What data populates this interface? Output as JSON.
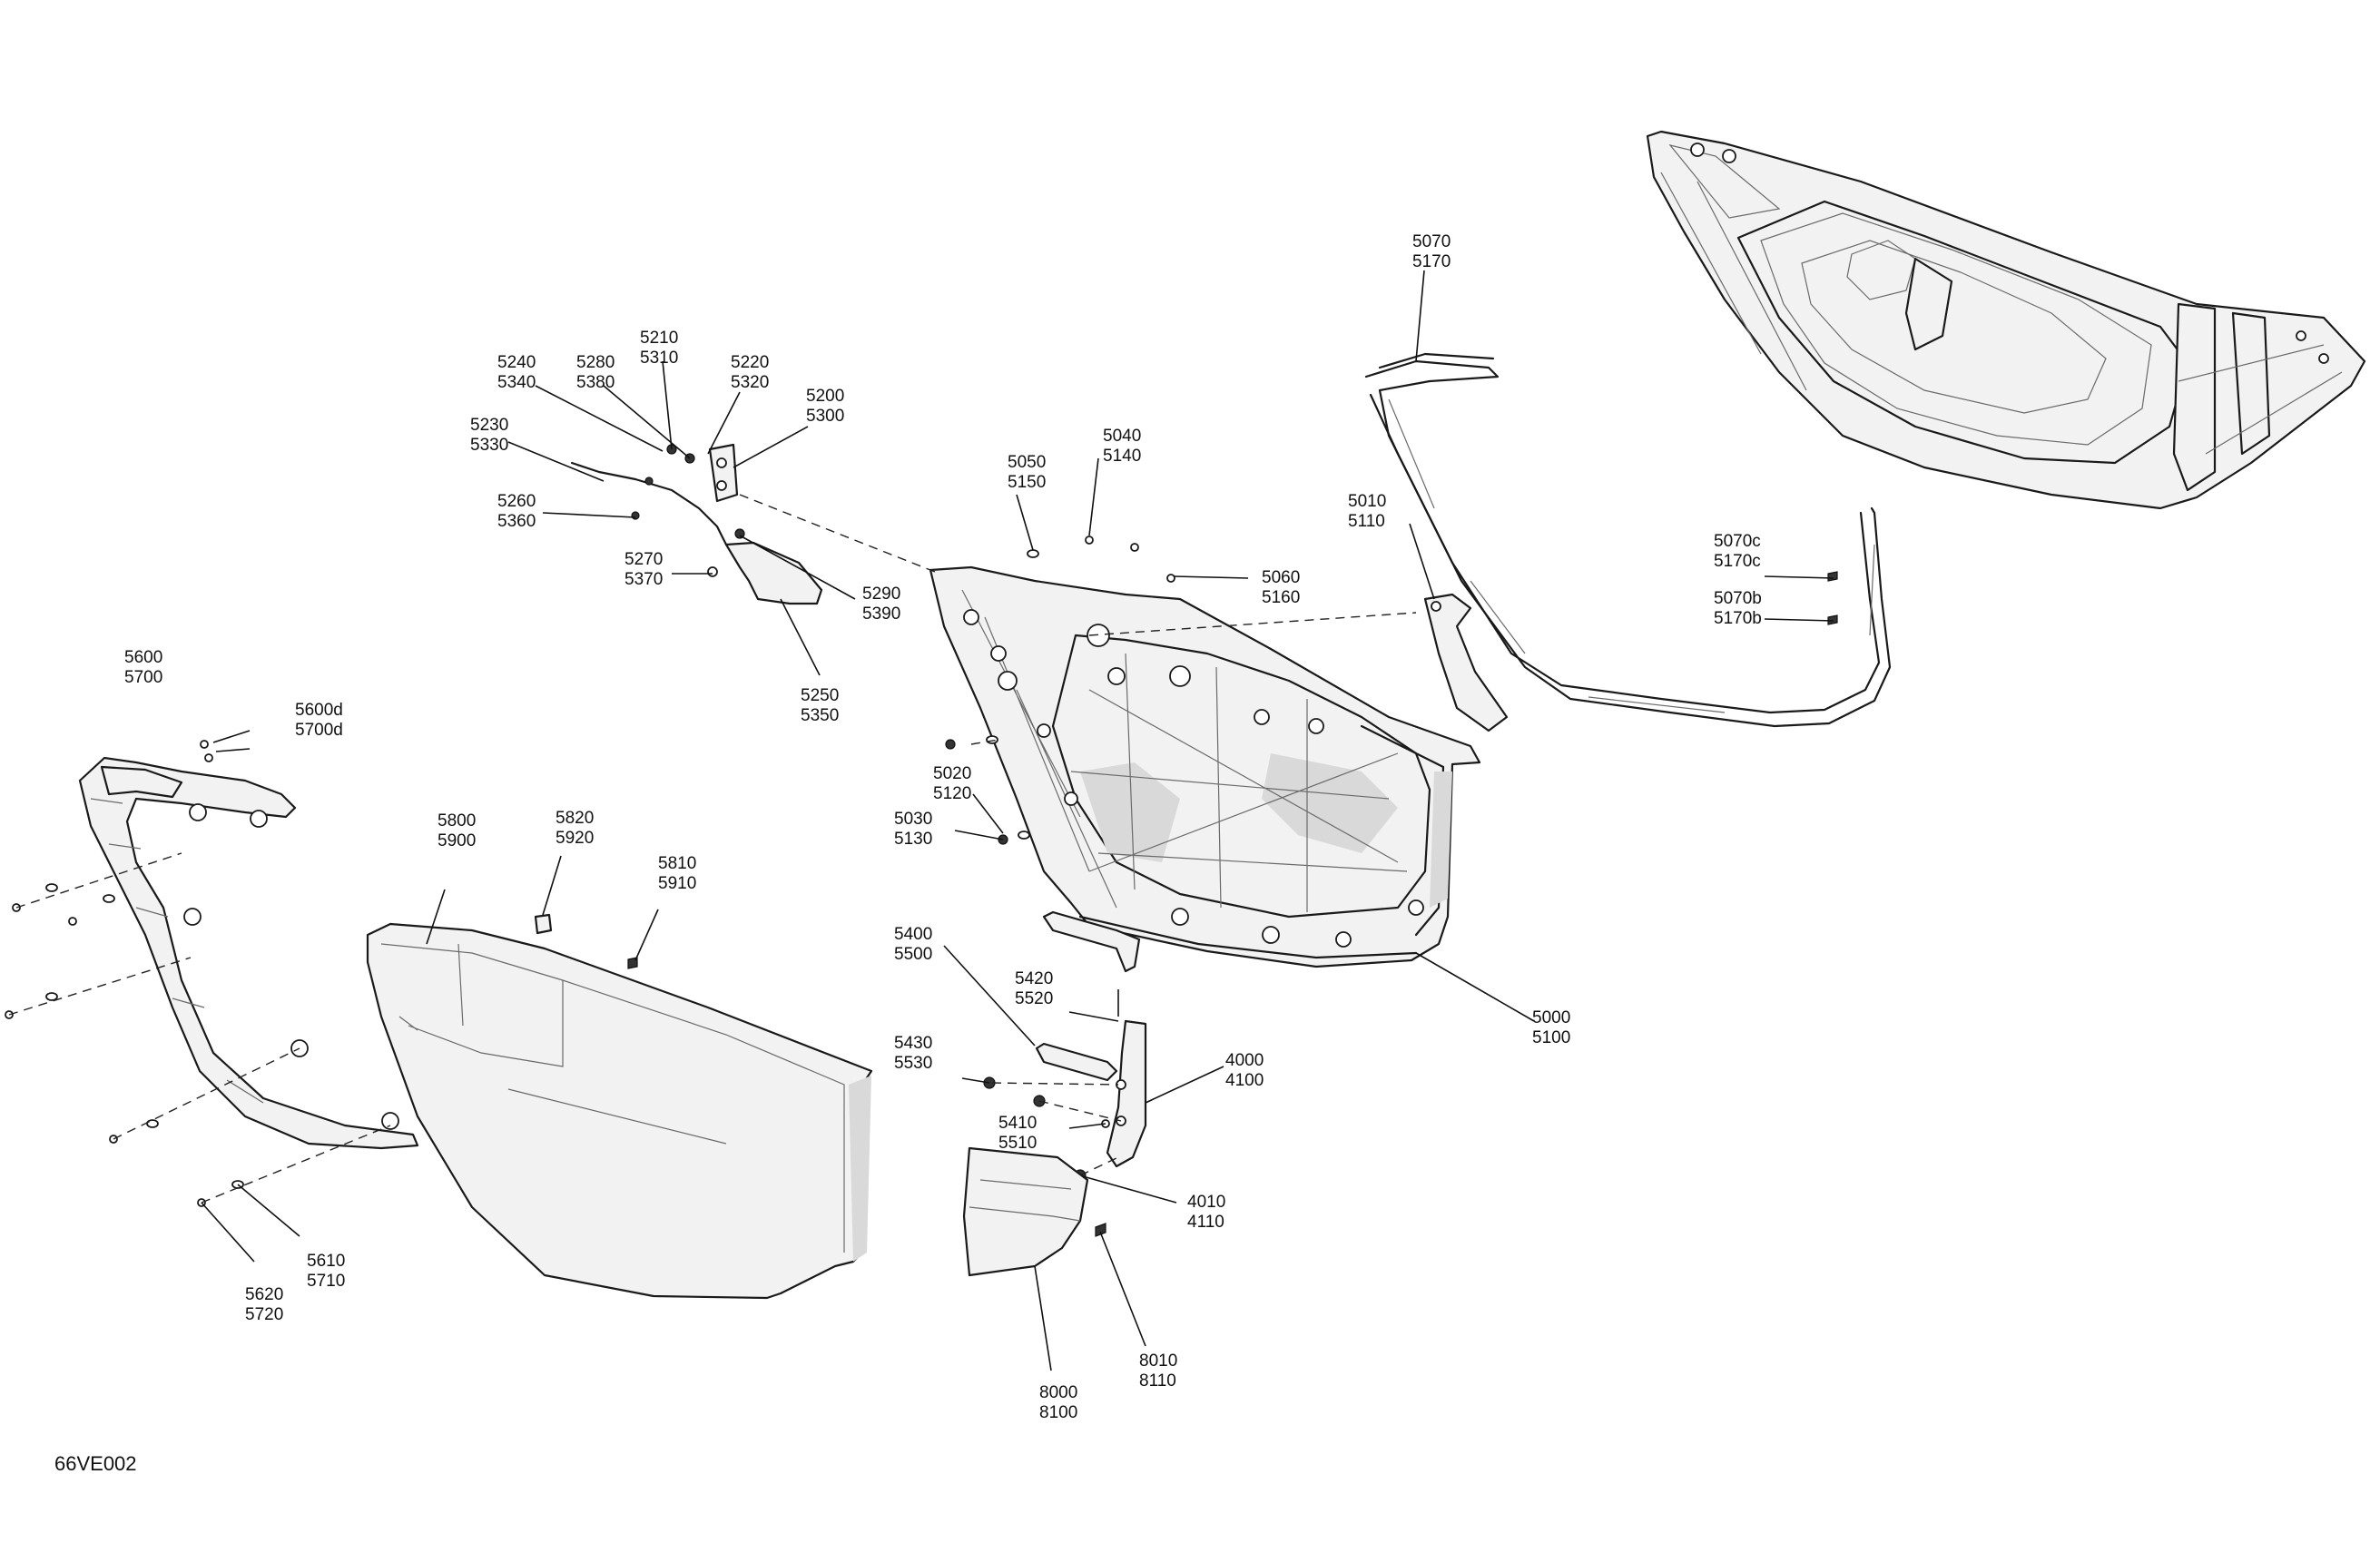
{
  "drawing_code": "66VE002",
  "callouts": [
    {
      "id": "c5210",
      "lines": [
        "5210",
        "5310"
      ]
    },
    {
      "id": "c5240",
      "lines": [
        "5240",
        "5340"
      ]
    },
    {
      "id": "c5280",
      "lines": [
        "5280",
        "5380"
      ]
    },
    {
      "id": "c5220",
      "lines": [
        "5220",
        "5320"
      ]
    },
    {
      "id": "c5200",
      "lines": [
        "5200",
        "5300"
      ]
    },
    {
      "id": "c5230",
      "lines": [
        "5230",
        "5330"
      ]
    },
    {
      "id": "c5260",
      "lines": [
        "5260",
        "5360"
      ]
    },
    {
      "id": "c5270",
      "lines": [
        "5270",
        "5370"
      ]
    },
    {
      "id": "c5290",
      "lines": [
        "5290",
        "5390"
      ]
    },
    {
      "id": "c5250",
      "lines": [
        "5250",
        "5350"
      ]
    },
    {
      "id": "c5050",
      "lines": [
        "5050",
        "5150"
      ]
    },
    {
      "id": "c5040",
      "lines": [
        "5040",
        "5140"
      ]
    },
    {
      "id": "c5060",
      "lines": [
        "5060",
        "5160"
      ]
    },
    {
      "id": "c5070",
      "lines": [
        "5070",
        "5170"
      ]
    },
    {
      "id": "c5010",
      "lines": [
        "5010",
        "5110"
      ]
    },
    {
      "id": "c5070c",
      "lines": [
        "5070c",
        "5170c"
      ]
    },
    {
      "id": "c5070b",
      "lines": [
        "5070b",
        "5170b"
      ]
    },
    {
      "id": "c5600",
      "lines": [
        "5600",
        "5700"
      ]
    },
    {
      "id": "c5600d",
      "lines": [
        "5600d",
        "5700d"
      ]
    },
    {
      "id": "c5800",
      "lines": [
        "5800",
        "5900"
      ]
    },
    {
      "id": "c5820",
      "lines": [
        "5820",
        "5920"
      ]
    },
    {
      "id": "c5810",
      "lines": [
        "5810",
        "5910"
      ]
    },
    {
      "id": "c5020",
      "lines": [
        "5020",
        "5120"
      ]
    },
    {
      "id": "c5030",
      "lines": [
        "5030",
        "5130"
      ]
    },
    {
      "id": "c5400",
      "lines": [
        "5400",
        "5500"
      ]
    },
    {
      "id": "c5420",
      "lines": [
        "5420",
        "5520"
      ]
    },
    {
      "id": "c5430",
      "lines": [
        "5430",
        "5530"
      ]
    },
    {
      "id": "c4000",
      "lines": [
        "4000",
        "4100"
      ]
    },
    {
      "id": "c5410",
      "lines": [
        "5410",
        "5510"
      ]
    },
    {
      "id": "c5000",
      "lines": [
        "5000",
        "5100"
      ]
    },
    {
      "id": "c4010",
      "lines": [
        "4010",
        "4110"
      ]
    },
    {
      "id": "c5610",
      "lines": [
        "5610",
        "5710"
      ]
    },
    {
      "id": "c5620",
      "lines": [
        "5620",
        "5720"
      ]
    },
    {
      "id": "c8010",
      "lines": [
        "8010",
        "8110"
      ]
    },
    {
      "id": "c8000",
      "lines": [
        "8000",
        "8100"
      ]
    }
  ]
}
